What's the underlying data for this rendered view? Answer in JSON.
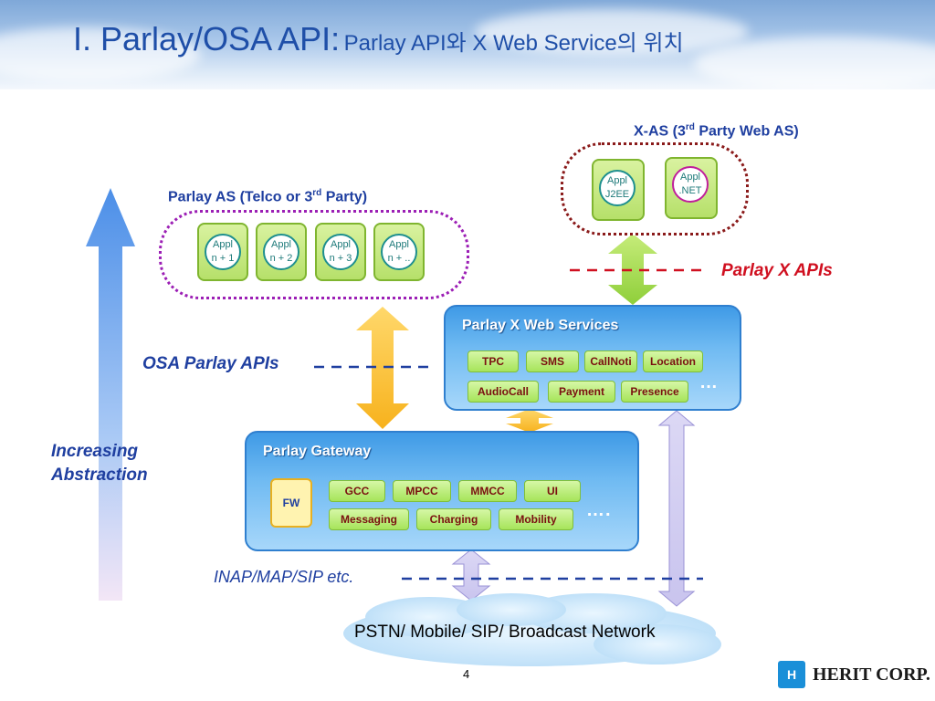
{
  "slide": {
    "title_main": "I. Parlay/OSA API:",
    "title_sub": "Parlay API와 X Web Service의 위치",
    "page_number": "4"
  },
  "left_arrow": {
    "label_line1": "Increasing",
    "label_line2": "Abstraction"
  },
  "parlay_as": {
    "label_pre": "Parlay AS (Telco or 3",
    "label_sup": "rd",
    "label_post": " Party)",
    "apps": [
      {
        "line1": "Appl",
        "line2": "n + 1"
      },
      {
        "line1": "Appl",
        "line2": "n + 2"
      },
      {
        "line1": "Appl",
        "line2": "n + 3"
      },
      {
        "line1": "Appl",
        "line2": "n + .."
      }
    ]
  },
  "x_as": {
    "label_pre": "X-AS (3",
    "label_sup": "rd",
    "label_post": " Party Web AS)",
    "apps": [
      {
        "line1": "Appl",
        "line2": "J2EE"
      },
      {
        "line1": "Appl",
        "line2": ".NET"
      }
    ]
  },
  "parlay_x_apis_label": "Parlay X APIs",
  "osa_apis_label": "OSA Parlay APIs",
  "inap_label": "INAP/MAP/SIP etc.",
  "parlay_x_web_services": {
    "title": "Parlay X Web Services",
    "row1": [
      "TPC",
      "SMS",
      "CallNoti",
      "Location"
    ],
    "row2": [
      "AudioCall",
      "Payment",
      "Presence"
    ],
    "more": "…"
  },
  "parlay_gateway": {
    "title": "Parlay Gateway",
    "fw": "FW",
    "row1": [
      "GCC",
      "MPCC",
      "MMCC",
      "UI"
    ],
    "row2": [
      "Messaging",
      "Charging",
      "Mobility"
    ],
    "more": "…."
  },
  "network": {
    "label": "PSTN/ Mobile/ SIP/ Broadcast Network"
  },
  "logo": {
    "mark": "H",
    "text": "HERIT CORP."
  },
  "colors": {
    "title_blue": "#1f4fa8",
    "label_blue": "#1f3fa0",
    "red": "#d01020",
    "purple_dots": "#9c1fb5",
    "maroon_dots": "#8a1a1a",
    "chip_green": "#a6e45a",
    "panel_blue": "#3f9ae6"
  }
}
